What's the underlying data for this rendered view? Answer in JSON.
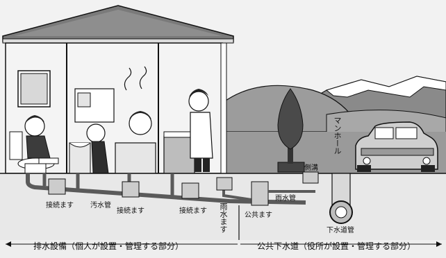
{
  "labels": {
    "setsuzoku_masu_1": "接続ます",
    "osui_kan": "汚水管",
    "setsuzoku_masu_2": "接続ます",
    "setsuzoku_masu_3": "接続ます",
    "usui_masu_vertical": "雨水ます",
    "koukyou_masu": "公共ます",
    "usui_kan": "雨水管",
    "sokkou": "側溝",
    "manhole": "マンホール",
    "gesuidou_kan": "下水道管"
  },
  "sections": {
    "private": "排水設備（個人が設置・管理する部分）",
    "public": "公共下水道（役所が設置・管理する部分）"
  },
  "colors": {
    "outline": "#111111",
    "ground": "#9a9a9a",
    "underground": "#e8e8e8",
    "pipe": "#5a5a5a",
    "mountain": "#8a8a8a",
    "snow": "#ffffff"
  }
}
